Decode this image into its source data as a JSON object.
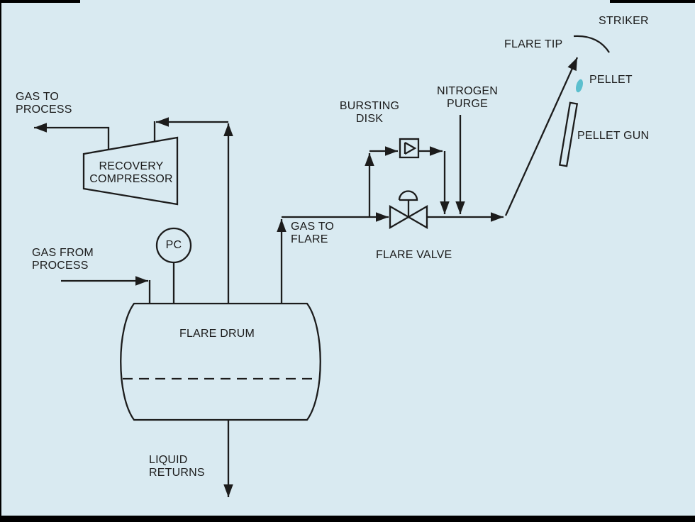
{
  "figure": {
    "type": "process-flow-diagram",
    "subject": "flare system with flare drum, recovery compressor and pellet-gun ignition"
  },
  "colors": {
    "background": "#D9EAF1",
    "line": "#1C1C1C",
    "pellet": "#5BBFCE"
  },
  "labels": {
    "gas_to_process": "GAS TO\nPROCESS",
    "recovery_compressor": "RECOVERY\nCOMPRESSOR",
    "gas_from_process": "GAS FROM\nPROCESS",
    "pressure_controller": "PC",
    "flare_drum": "FLARE DRUM",
    "liquid_returns": "LIQUID\nRETURNS",
    "gas_to_flare": "GAS TO\nFLARE",
    "bursting_disk": "BURSTING\nDISK",
    "nitrogen_purge": "NITROGEN\nPURGE",
    "flare_valve": "FLARE VALVE",
    "flare_tip": "FLARE TIP",
    "striker": "STRIKER",
    "pellet": "PELLET",
    "pellet_gun": "PELLET GUN"
  }
}
